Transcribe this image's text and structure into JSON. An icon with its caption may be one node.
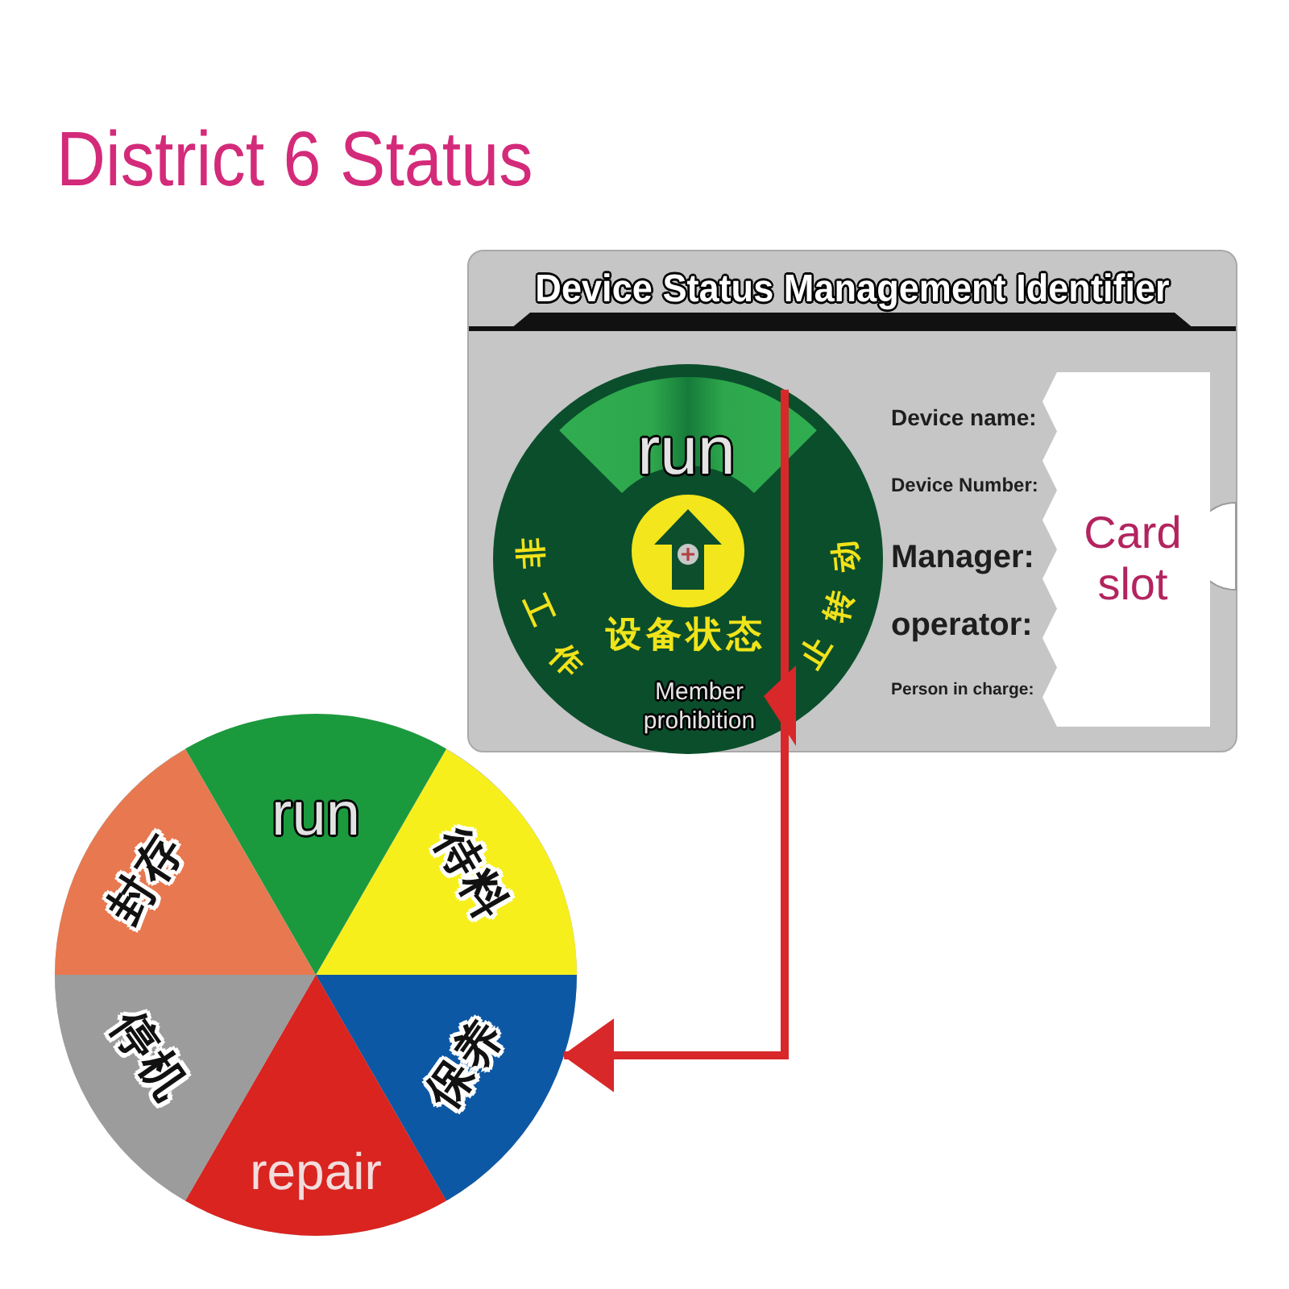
{
  "diagram": {
    "title": "District 6 Status",
    "nodes": [
      {
        "text": [
          "Device Status Management Identifier",
          "Device name:",
          "Device Number:",
          "Manager:",
          "operator:",
          "Person in charge:"
        ]
      },
      {
        "text": [
          "run",
          "设备状态",
          "非工作",
          "止转动",
          "Member prohibition"
        ],
        "in": 0
      },
      {
        "text": [
          "Card slot"
        ],
        "in": 0
      },
      {
        "text": [],
        "shape": "circle"
      },
      {
        "text": [
          "run"
        ],
        "in": 3
      },
      {
        "text": [
          "待料"
        ],
        "in": 3
      },
      {
        "text": [
          "保养"
        ],
        "in": 3
      },
      {
        "text": [
          "repair"
        ],
        "in": 3
      },
      {
        "text": [
          "停机"
        ],
        "in": 3
      },
      {
        "text": [
          "封存"
        ],
        "in": 3
      }
    ],
    "edges": [
      {
        "from": 1,
        "to": 3,
        "arrow": "to",
        "color": "#d8282a"
      }
    ]
  }
}
